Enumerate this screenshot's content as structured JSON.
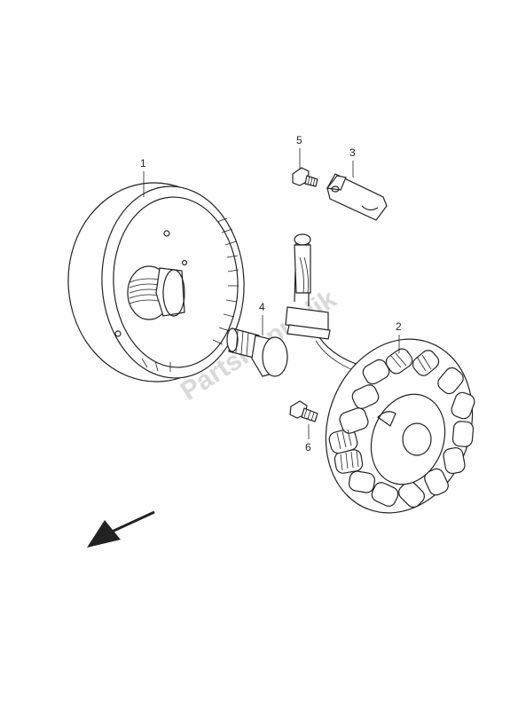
{
  "diagram": {
    "watermark": "PartsRepublik",
    "callouts": [
      {
        "id": "1",
        "label": "1"
      },
      {
        "id": "2",
        "label": "2"
      },
      {
        "id": "3",
        "label": "3"
      },
      {
        "id": "4",
        "label": "4"
      },
      {
        "id": "5",
        "label": "5"
      },
      {
        "id": "6",
        "label": "6"
      }
    ],
    "parts": [
      {
        "callout": "1",
        "icon": "flywheel-rotor-icon"
      },
      {
        "callout": "2",
        "icon": "stator-coil-icon"
      },
      {
        "callout": "3",
        "icon": "wire-clamp-icon"
      },
      {
        "callout": "4",
        "icon": "rotor-bolt-icon"
      },
      {
        "callout": "5",
        "icon": "clamp-screw-icon"
      },
      {
        "callout": "6",
        "icon": "stator-screw-icon"
      }
    ],
    "direction_arrow": "front-arrow-icon",
    "line_color": "#222222",
    "watermark_color": "#d9d9d9"
  }
}
